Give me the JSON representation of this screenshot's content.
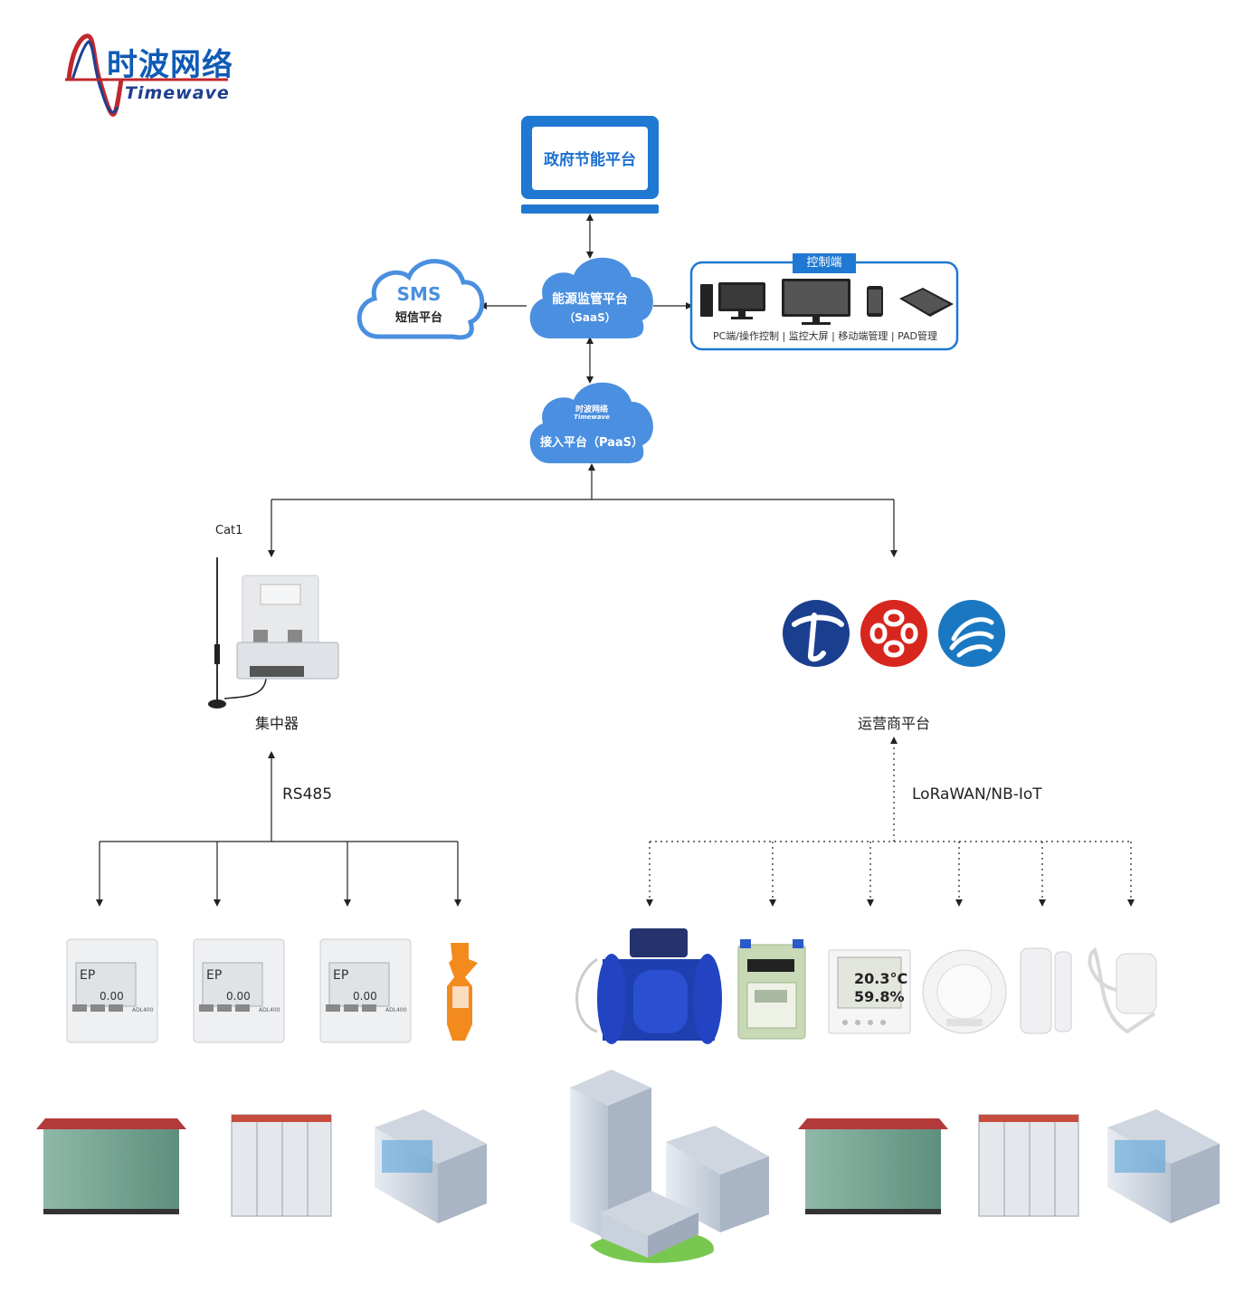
{
  "logo": {
    "cn": "时波网络",
    "en": "Timewave"
  },
  "government_platform": {
    "label": "政府节能平台"
  },
  "sms_cloud": {
    "title": "SMS",
    "subtitle": "短信平台"
  },
  "saas_cloud": {
    "title": "能源监管平台",
    "subtitle": "（SaaS）"
  },
  "paas_cloud": {
    "logo_cn": "时波网络",
    "logo_en": "Timewave",
    "title": "接入平台（PaaS）"
  },
  "control_panel": {
    "title": "控制端",
    "caption": "PC端/操作控制 | 监控大屏 | 移动端管理 | PAD管理",
    "devices": [
      "pc-tower-icon",
      "monitor-icon",
      "big-screen-icon",
      "phone-icon",
      "tablet-icon"
    ]
  },
  "left_branch": {
    "antenna_label": "Cat1",
    "concentrator_label": "集中器",
    "protocol": "RS485",
    "meters": [
      "din-rail-meter-icon",
      "din-rail-meter-icon",
      "din-rail-meter-icon",
      "orange-sensor-icon"
    ]
  },
  "right_branch": {
    "carriers": [
      "china-telecom-icon",
      "china-unicom-icon",
      "china-mobile-icon"
    ],
    "carrier_label": "运营商平台",
    "protocol": "LoRaWAN/NB-IoT",
    "devices": [
      "water-meter-icon",
      "gas-meter-icon",
      "temp-humidity-sensor-icon",
      "smoke-detector-icon",
      "door-sensor-icon",
      "water-leak-sensor-icon"
    ],
    "lcd_temp": "20.3°C",
    "lcd_humidity": "59.8%"
  },
  "meter_display": {
    "screen": "EP",
    "value": "0.00",
    "model": "ADL400"
  },
  "sites": [
    "substation-icon",
    "switchgear-icon",
    "office-building-icon",
    "campus-icon",
    "substation-icon",
    "switchgear-icon",
    "office-building-icon"
  ],
  "colors": {
    "primary": "#1f78d1",
    "cloud": "#4a8fe0",
    "line": "#222222",
    "brand_red": "#c0282d",
    "brand_blue": "#0f5bb5"
  }
}
